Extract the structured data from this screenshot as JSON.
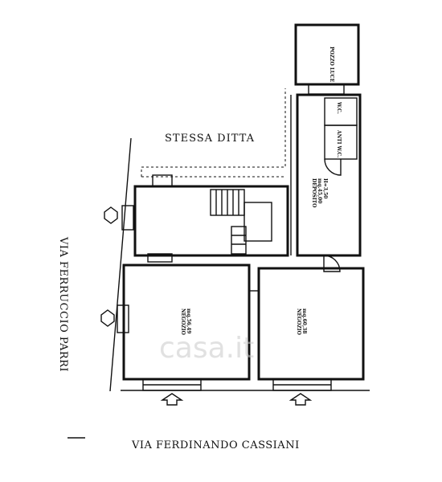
{
  "labels": {
    "neighbor": "STESSA DITTA",
    "street_left": "VIA FERRUCCIO PARRI",
    "street_bottom": "VIA FERDINANDO CASSIANI",
    "ripostiglio": "POZZO LUCE",
    "wc_top": "W.C.",
    "wc_side": "ANTI W.C.",
    "deposito_line1": "DEPOSITO",
    "deposito_line2": "mq.45,00",
    "deposito_line3": "H=3,50",
    "negozio_left_line1": "NEGOZIO",
    "negozio_left_line2": "mq.56,49",
    "negozio_right_line1": "NEGOZIO",
    "negozio_right_line2": "mq.60,38"
  },
  "watermark": "casa.it",
  "colors": {
    "ink": "#111111",
    "paper": "#ffffff",
    "watermark": "#c9c9c9"
  }
}
